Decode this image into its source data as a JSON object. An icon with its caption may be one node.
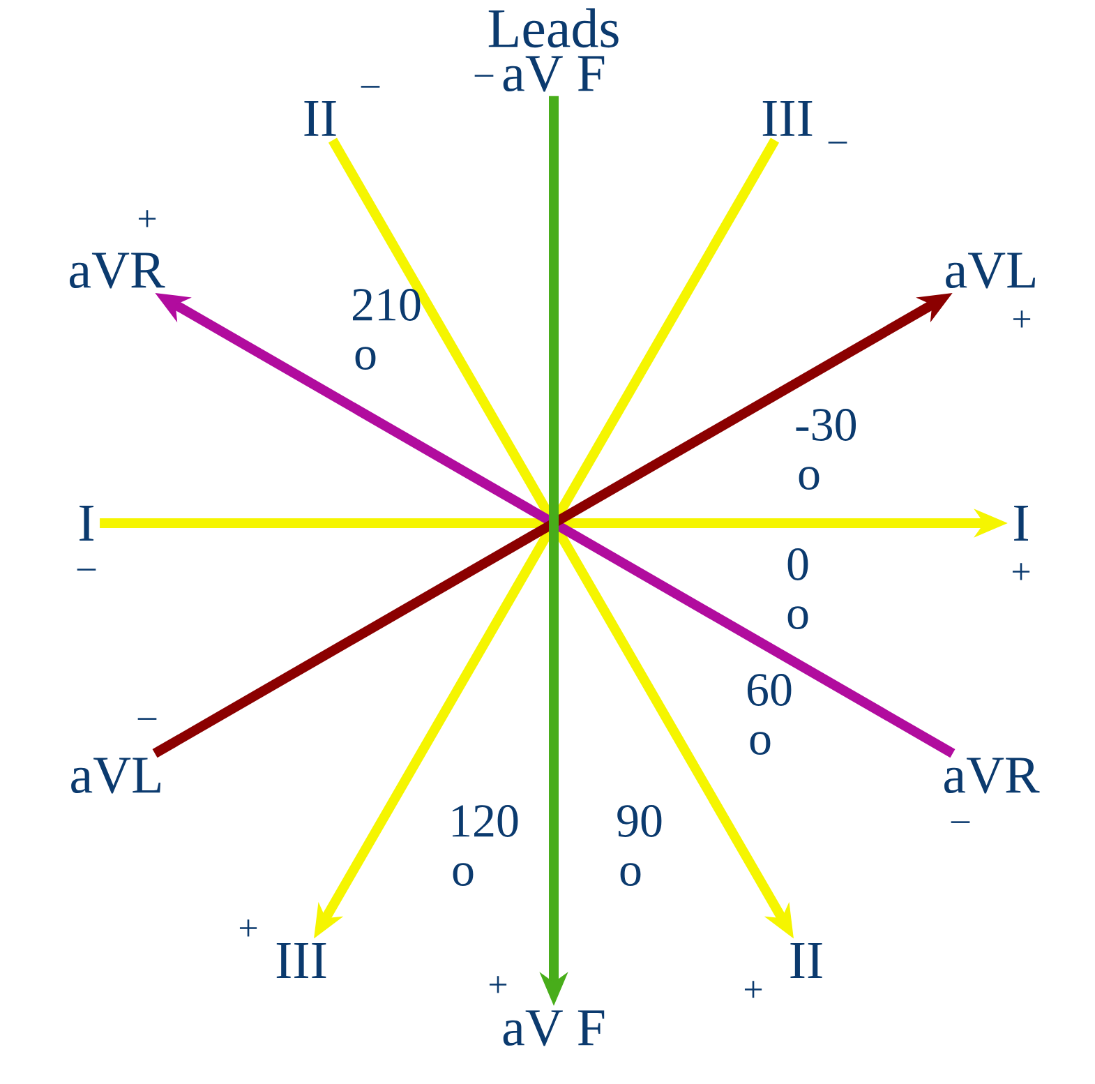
{
  "diagram": {
    "title": "Leads",
    "nodes": [
      {
        "text": [
          "aV F"
        ],
        "beside": [
          "–"
        ]
      },
      {
        "text": [
          "II"
        ],
        "beside": [
          "–"
        ]
      },
      {
        "text": [
          "III"
        ],
        "beside": [
          "–"
        ]
      },
      {
        "text": [
          "aVR"
        ],
        "beside": [
          "+"
        ]
      },
      {
        "text": [
          "aVL"
        ],
        "beside": [
          "+"
        ]
      },
      {
        "text": [
          "I"
        ],
        "beside": [
          "–"
        ]
      },
      {
        "text": [
          "I"
        ],
        "beside": [
          "+"
        ]
      },
      {
        "text": [
          "aVL"
        ],
        "beside": [
          "–"
        ]
      },
      {
        "text": [
          "aVR"
        ],
        "beside": [
          "–"
        ]
      },
      {
        "text": [
          "III"
        ],
        "beside": [
          "+"
        ]
      },
      {
        "text": [
          "II"
        ],
        "beside": [
          "+"
        ]
      },
      {
        "text": [
          "aV F"
        ],
        "beside": [
          "+"
        ]
      }
    ],
    "edges": [
      {
        "from": 5,
        "to": 6,
        "arrow": "to"
      },
      {
        "from": 1,
        "to": 10,
        "arrow": "to"
      },
      {
        "from": 2,
        "to": 9,
        "arrow": "to"
      },
      {
        "from": 8,
        "to": 3,
        "arrow": "to",
        "color": "#b10c9e"
      },
      {
        "from": 7,
        "to": 4,
        "arrow": "to",
        "color": "#8b0000"
      },
      {
        "from": 0,
        "to": 11,
        "arrow": "to",
        "color": "#48ad1a"
      }
    ],
    "labels": [
      "210 o",
      "-30 o",
      "0 o",
      "60 o",
      "90 o",
      "120 o"
    ]
  }
}
